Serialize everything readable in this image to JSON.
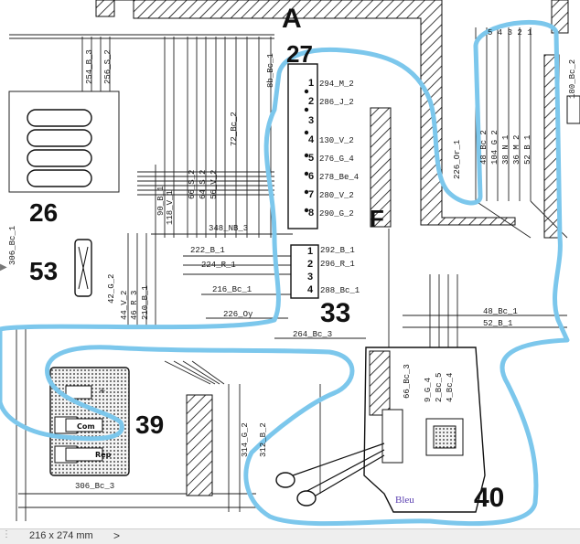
{
  "labels": {
    "A": "A",
    "n27": "27",
    "n26": "26",
    "n53": "53",
    "n33": "33",
    "n39": "39",
    "n40": "40",
    "F": "F",
    "bleu": "Bleu",
    "plus": "+",
    "com": "Com",
    "rep": "Rep"
  },
  "connector27_pins": [
    "1",
    "2",
    "3",
    "4",
    "5",
    "6",
    "7",
    "8"
  ],
  "connector27_wires": [
    "294_M_2",
    "286_J_2",
    "130_V_2",
    "276_G_4",
    "278_Be_4",
    "280_V_2",
    "290_G_2"
  ],
  "connector33_pins": [
    "1",
    "2",
    "3",
    "4"
  ],
  "connector33_wires": [
    "292_B_1",
    "296_R_1",
    "288_Bc_1"
  ],
  "top_connector_pins": "5 4 3 2 1",
  "top_right_wires": [
    "48_Bc_2",
    "104_G_2",
    "38_N_1",
    "36_M_2",
    "52_B_1"
  ],
  "far_right_wire": "180_Bc_2",
  "left_wires": [
    "254_B_3",
    "256_S_2"
  ],
  "mid_wires": [
    "118_V_1",
    "66_S_2",
    "64_S_2",
    "56_V_2",
    "72_Bc_2"
  ],
  "top_mid_wire": "8b_Bc_1",
  "wire_226_Or": "226_Or_1",
  "wire_90_B": "90_B_1",
  "wire_348": "348_NB_3",
  "wire_222": "222_B_1",
  "wire_224": "224_R_1",
  "wire_216": "216_Bc_1",
  "wire_226_Oy": "226_Oy",
  "wire_264": "264_Bc_3",
  "left_vert_wires": [
    "42_G_2",
    "44_V_2",
    "46_R_3",
    "210_B_1"
  ],
  "wire_306": "306_Bc_3",
  "conn40_wires": [
    "9_G_4",
    "2_Bc_5",
    "4_Bc_4"
  ],
  "wire_66_Bc3": "66_Bc_3",
  "right_side_wires": [
    "48_Bc_1",
    "52_B_1"
  ],
  "left_bottom_wires": [
    "314_G_2",
    "312_B_2"
  ],
  "left_edge_wire": "306_Bc_1",
  "statusbar": {
    "dimensions": "216 x 274 mm",
    "arrow": ">"
  },
  "side_tab": "▶",
  "colors": {
    "highlight": "#7cc7ec",
    "ink": "#1a1a1a"
  }
}
